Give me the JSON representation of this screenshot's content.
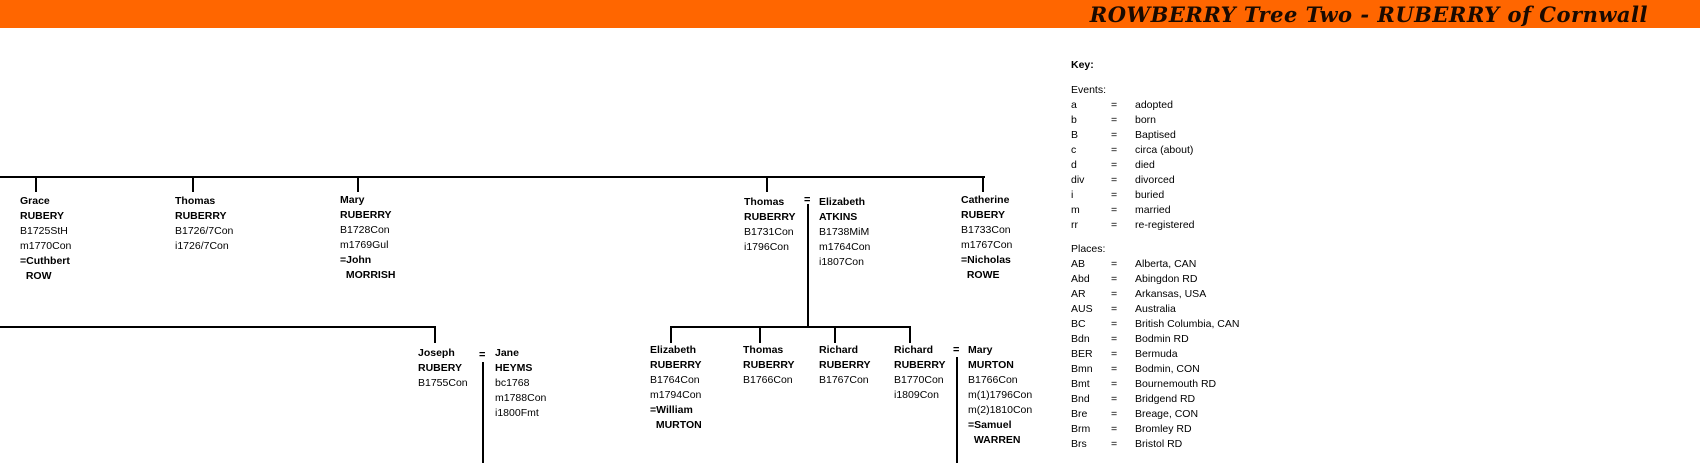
{
  "header": {
    "title": "ROWBERRY Tree Two - RUBERRY of Cornwall",
    "color": "#ff6600"
  },
  "people": {
    "grace": [
      "Grace",
      "RUBERY",
      "B1725StH",
      "m1770Con",
      "=Cuthbert",
      "  ROW"
    ],
    "thomas1": [
      "Thomas",
      "RUBERRY",
      "B1726/7Con",
      "i1726/7Con"
    ],
    "mary1": [
      "Mary",
      "RUBERRY",
      "B1728Con",
      "m1769Gul",
      "=John",
      "  MORRISH"
    ],
    "thomas2": [
      "Thomas",
      "RUBERRY",
      "B1731Con",
      "i1796Con"
    ],
    "elizabeth_atkins": [
      "Elizabeth",
      "ATKINS",
      "B1738MiM",
      "m1764Con",
      "i1807Con"
    ],
    "catherine": [
      "Catherine",
      "RUBERY",
      "B1733Con",
      "m1767Con",
      "=Nicholas",
      "  ROWE"
    ],
    "joseph": [
      "Joseph",
      "RUBERY",
      "B1755Con"
    ],
    "jane": [
      "Jane",
      "HEYMS",
      "bc1768",
      "m1788Con",
      "i1800Fmt"
    ],
    "elizabeth2": [
      "Elizabeth",
      "RUBERRY",
      "B1764Con",
      "m1794Con",
      "=William",
      "  MURTON"
    ],
    "thomas3": [
      "Thomas",
      "RUBERRY",
      "B1766Con"
    ],
    "richard1": [
      "Richard",
      "RUBERRY",
      "B1767Con"
    ],
    "richard2": [
      "Richard",
      "RUBERRY",
      "B1770Con",
      "i1809Con"
    ],
    "mary_murton": [
      "Mary",
      "MURTON",
      "B1766Con",
      "m(1)1796Con",
      "m(2)1810Con",
      "=Samuel",
      "  WARREN"
    ]
  },
  "marriage_symbol": "=",
  "key": {
    "title": "Key:",
    "events_heading": "Events:",
    "events": [
      [
        "a",
        "=",
        "adopted"
      ],
      [
        "b",
        "=",
        "born"
      ],
      [
        "B",
        "=",
        "Baptised"
      ],
      [
        "c",
        "=",
        "circa (about)"
      ],
      [
        "d",
        "=",
        "died"
      ],
      [
        "div",
        "=",
        "divorced"
      ],
      [
        "i",
        "=",
        "buried"
      ],
      [
        "m",
        "=",
        "married"
      ],
      [
        "rr",
        "=",
        "re-registered"
      ]
    ],
    "places_heading": "Places:",
    "places": [
      [
        "AB",
        "=",
        "Alberta, CAN"
      ],
      [
        "Abd",
        "=",
        "Abingdon RD"
      ],
      [
        "AR",
        "=",
        "Arkansas, USA"
      ],
      [
        "AUS",
        "=",
        "Australia"
      ],
      [
        "BC",
        "=",
        "British Columbia, CAN"
      ],
      [
        "Bdn",
        "=",
        "Bodmin RD"
      ],
      [
        "BER",
        "=",
        "Bermuda"
      ],
      [
        "Bmn",
        "=",
        "Bodmin, CON"
      ],
      [
        "Bmt",
        "=",
        "Bournemouth RD"
      ],
      [
        "Bnd",
        "=",
        "Bridgend RD"
      ],
      [
        "Bre",
        "=",
        "Breage, CON"
      ],
      [
        "Brm",
        "=",
        "Bromley RD"
      ],
      [
        "Brs",
        "=",
        "Bristol RD"
      ]
    ]
  }
}
